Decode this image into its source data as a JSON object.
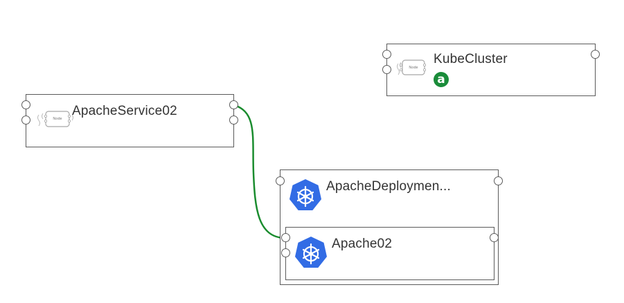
{
  "nodes": {
    "kube_cluster": {
      "title": "KubeCluster",
      "glyph_label": "Node",
      "badge_icon": "a-badge-icon",
      "badge_text": "a"
    },
    "apache_service": {
      "title": "ApacheService02",
      "glyph_label": "Node"
    },
    "apache_deployment": {
      "title": "ApacheDeploymen..."
    },
    "apache_pod": {
      "title": "Apache02"
    }
  },
  "icons": {
    "node_glyph": "node-template-icon",
    "kubernetes": "kubernetes-helm-icon"
  },
  "colors": {
    "link": "#1a8c2e",
    "border": "#5a5a5a",
    "kubernetes_blue": "#326ce5",
    "badge_green": "#1a8c3a"
  }
}
